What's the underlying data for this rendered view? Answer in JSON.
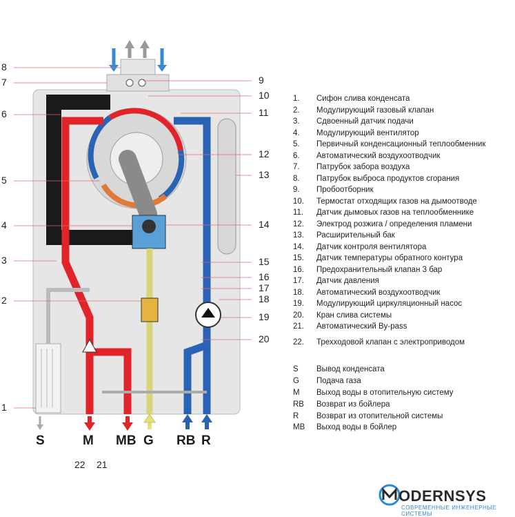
{
  "left_numbers": [
    {
      "id": "8",
      "text": "8"
    },
    {
      "id": "7",
      "text": "7"
    },
    {
      "id": "6",
      "text": "6"
    },
    {
      "id": "5",
      "text": "5"
    },
    {
      "id": "4",
      "text": "4"
    },
    {
      "id": "3",
      "text": "3"
    },
    {
      "id": "2",
      "text": "2"
    },
    {
      "id": "1",
      "text": "1"
    }
  ],
  "right_numbers": [
    {
      "id": "9",
      "text": "9"
    },
    {
      "id": "10",
      "text": "10"
    },
    {
      "id": "11",
      "text": "11"
    },
    {
      "id": "12",
      "text": "12"
    },
    {
      "id": "13",
      "text": "13"
    },
    {
      "id": "14",
      "text": "14"
    },
    {
      "id": "15",
      "text": "15"
    },
    {
      "id": "16",
      "text": "16"
    },
    {
      "id": "17",
      "text": "17"
    },
    {
      "id": "18",
      "text": "18"
    },
    {
      "id": "19",
      "text": "19"
    },
    {
      "id": "20",
      "text": "20"
    }
  ],
  "bottom_numbers": [
    {
      "text": "22"
    },
    {
      "text": "21"
    }
  ],
  "bottom_labels": [
    "S",
    "M",
    "MB",
    "G",
    "RB",
    "R"
  ],
  "legend_numbered": [
    {
      "key": "1.",
      "text": "Сифон слива конденсата"
    },
    {
      "key": "2.",
      "text": "Модулирующий газовый клапан"
    },
    {
      "key": "3.",
      "text": "Сдвоенный датчик подачи"
    },
    {
      "key": "4.",
      "text": "Модулирующий вентилятор"
    },
    {
      "key": "5.",
      "text": "Первичный конденсационный теплообменник"
    },
    {
      "key": "6.",
      "text": "Автоматический воздухоотводчик"
    },
    {
      "key": "7.",
      "text": "Патрубок забора воздуха"
    },
    {
      "key": "8.",
      "text": "Патрубок выброса продуктов сгорания"
    },
    {
      "key": "9.",
      "text": "Пробоотборник"
    },
    {
      "key": "10.",
      "text": "Термостат отходящих газов на дымоотводе"
    },
    {
      "key": "11.",
      "text": "Датчик дымовых газов на теплообменнике"
    },
    {
      "key": "12.",
      "text": "Электрод розжига / определения пламени"
    },
    {
      "key": "13.",
      "text": "Расширительный бак"
    },
    {
      "key": "14.",
      "text": "Датчик контроля вентилятора"
    },
    {
      "key": "15.",
      "text": "Датчик температуры обратного контура"
    },
    {
      "key": "16.",
      "text": "Предохранительный клапан 3 бар"
    },
    {
      "key": "17.",
      "text": "Датчик давления"
    },
    {
      "key": "18.",
      "text": "Автоматический воздухоотводчик"
    },
    {
      "key": "19.",
      "text": "Модулирующий циркуляционный насос"
    },
    {
      "key": "20.",
      "text": "Кран слива системы"
    },
    {
      "key": "21.",
      "text": "Автоматический By-pass"
    },
    {
      "key": "22.",
      "text": "Трехходовой клапан с электроприводом"
    }
  ],
  "legend_letters": [
    {
      "key": "S",
      "text": "Вывод конденсата"
    },
    {
      "key": "G",
      "text": "Подача газа"
    },
    {
      "key": "M",
      "text": "Выход воды в отопительную систему"
    },
    {
      "key": "RB",
      "text": "Возврат из бойлера"
    },
    {
      "key": "R",
      "text": "Возврат из отопительной системы"
    },
    {
      "key": "MB",
      "text": "Выход воды в бойлер"
    }
  ],
  "logo": {
    "name": "ODERNSYS",
    "subtitle": "СОВРЕМЕННЫЕ ИНЖЕНЕРНЫЕ СИСТЕМЫ"
  },
  "colors": {
    "hot": "#e0242a",
    "cold": "#2a63b3",
    "gas": "#e8e07a",
    "flue": "#1a1a1a",
    "body": "#e9e9e9",
    "accent": "#2a8ad4"
  }
}
